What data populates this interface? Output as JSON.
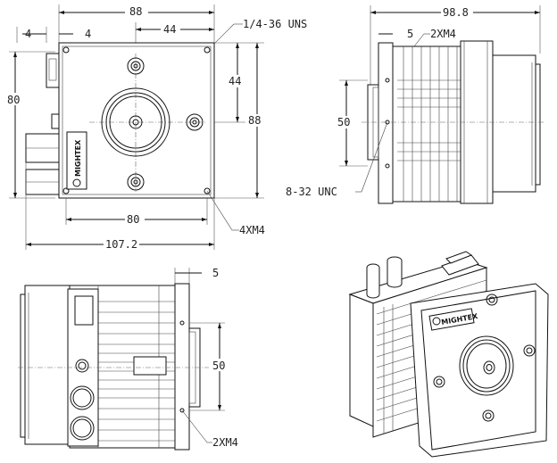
{
  "front_view": {
    "dim_width": "88",
    "dim_left_offset_a": "4",
    "dim_left_offset_b": "4",
    "dim_half_width": "44",
    "dim_half_height": "44",
    "dim_thread_label": "1/4-36 UNS",
    "dim_height": "88",
    "dim_height_left": "80",
    "dim_hole_spacing": "80",
    "dim_total_width": "107.2",
    "dim_mount_holes": "4XM4",
    "logo_text": "MIGHTEX"
  },
  "side_view_right": {
    "dim_depth": "98.8",
    "dim_offset": "5",
    "dim_holes": "2XM4",
    "dim_spacing": "50",
    "dim_thread": "8-32 UNC"
  },
  "side_view_bottom": {
    "dim_offset": "5",
    "dim_spacing": "50",
    "dim_holes": "2XM4"
  },
  "iso_view": {
    "logo_text": "MIGHTEX"
  }
}
